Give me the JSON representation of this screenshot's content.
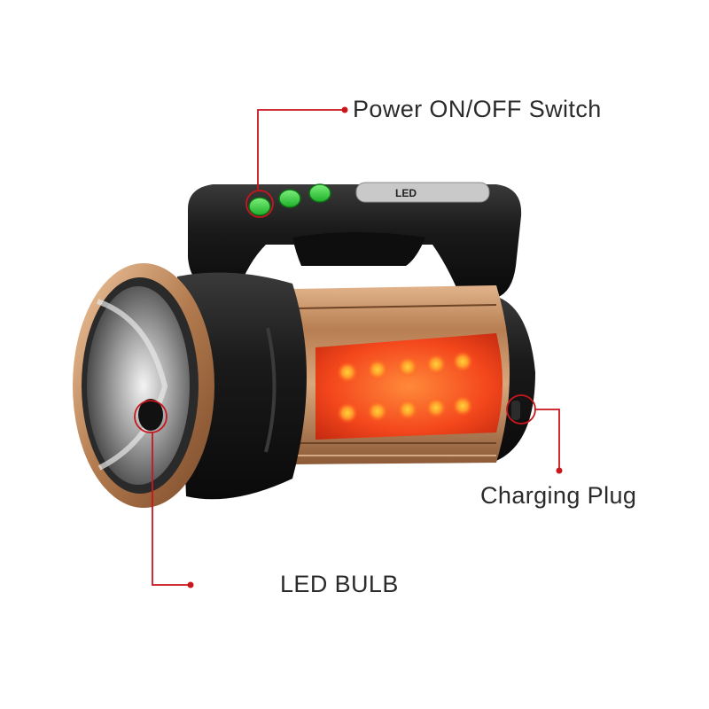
{
  "callouts": {
    "power_switch": "Power ON/OFF Switch",
    "charging_plug": "Charging Plug",
    "led_bulb": "LED BULB"
  },
  "handle_badge": "LED",
  "colors": {
    "callout_line": "#c8161d",
    "body_black": "#1a1a1a",
    "bronze": "#b9835a",
    "glow": "#ff5a1f",
    "button_green": "#2fcf3a"
  }
}
